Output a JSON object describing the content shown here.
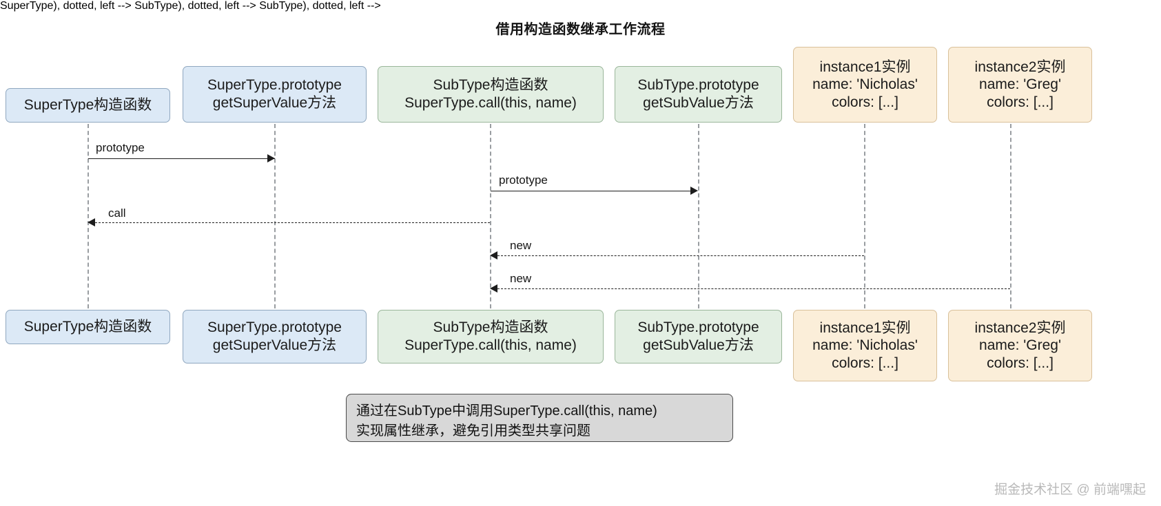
{
  "diagram": {
    "title": "借用构造函数继承工作流程",
    "type": "sequence-diagram",
    "colors": {
      "blue_fill": "#dce9f6",
      "green_fill": "#e3efe3",
      "orange_fill": "#fbeed9",
      "note_fill": "#d8d8d8",
      "line": "#1d1d1d",
      "lifeline": "#999da1"
    }
  },
  "participants": [
    {
      "id": "supertype",
      "style": "blue",
      "lines": [
        "SuperType构造函数"
      ]
    },
    {
      "id": "supertype-prototype",
      "style": "blue",
      "lines": [
        "SuperType.prototype",
        "getSuperValue方法"
      ]
    },
    {
      "id": "subtype",
      "style": "green",
      "lines": [
        "SubType构造函数",
        "SuperType.call(this, name)"
      ]
    },
    {
      "id": "subtype-prototype",
      "style": "green",
      "lines": [
        "SubType.prototype",
        "getSubValue方法"
      ]
    },
    {
      "id": "instance1",
      "style": "orange",
      "lines": [
        "instance1实例",
        "name: 'Nicholas'",
        "colors: [...]"
      ]
    },
    {
      "id": "instance2",
      "style": "orange",
      "lines": [
        "instance2实例",
        "name: 'Greg'",
        "colors: [...]"
      ]
    }
  ],
  "messages": [
    {
      "id": "m1",
      "label": "prototype",
      "style": "solid",
      "direction": "right"
    },
    {
      "id": "m2",
      "label": "call",
      "style": "dotted",
      "direction": "left"
    },
    {
      "id": "m3",
      "label": "prototype",
      "style": "solid",
      "direction": "right"
    },
    {
      "id": "m4",
      "label": "new",
      "style": "dotted",
      "direction": "left"
    },
    {
      "id": "m5",
      "label": "new",
      "style": "dotted",
      "direction": "left"
    }
  ],
  "note": {
    "lines": [
      "通过在SubType中调用SuperType.call(this, name)",
      "实现属性继承，避免引用类型共享问题"
    ]
  },
  "watermark": {
    "text": "掘金技术社区 @ 前端嘿起"
  }
}
